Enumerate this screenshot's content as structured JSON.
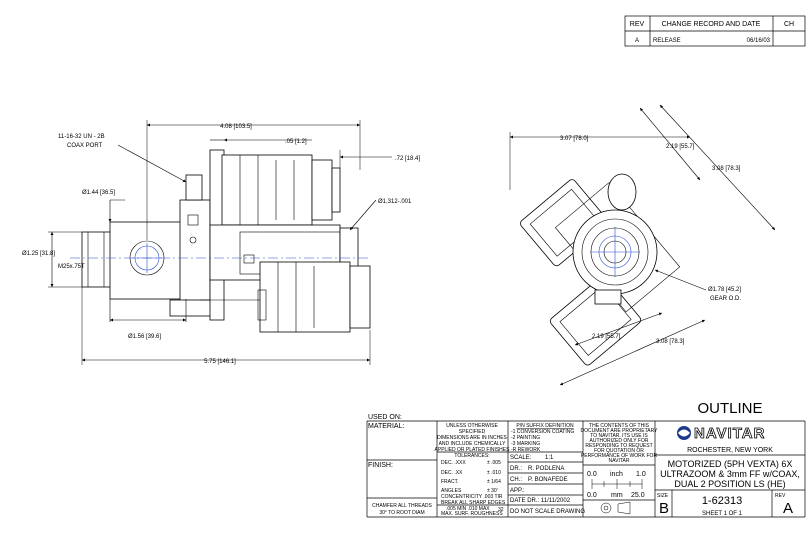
{
  "revision_block": {
    "headers": {
      "rev": "REV",
      "change": "CHANGE RECORD AND DATE",
      "ch": "CH"
    },
    "row": {
      "rev": "A",
      "change": "RELEASE",
      "date": "06/16/03"
    }
  },
  "side_view_dims": {
    "coax_port": "11-16-32 UN - 2B",
    "coax_port_2": "COAX PORT",
    "overall_top": "4.08 [103.5]",
    "gap": ".05 [1.2]",
    "motor_offset": ".72 [18.4]",
    "dia_144": "Ø1.44 [36.5]",
    "dia_1312": "Ø1.312-.001",
    "dia_125": "Ø1.25 [31.8]",
    "thread": "M25x.75T",
    "dia_156": "Ø1.56 [39.6]",
    "overall_length": "5.75 [146.1]"
  },
  "end_view_dims": {
    "width_top": "3.07 [78.0]",
    "diag_219_top": "2.19 [55.7]",
    "diag_308_top": "3.08 [78.3]",
    "gear_od": "Ø1.78 [45.2]",
    "gear_od_2": "GEAR O.D.",
    "diag_219_bottom": "2.19 [55.7]",
    "diag_308_bottom": "3.08 [78.3]"
  },
  "title_block": {
    "used_on": "USED ON:",
    "material": "MATERIAL:",
    "finish": "FINISH:",
    "chamfer_1": "CHAMFER ALL THREADS",
    "chamfer_2": "30° TO ROOT DIAM",
    "general_notes": [
      "UNLESS OTHERWISE",
      "SPECIFIED",
      "DIMENSIONS ARE IN INCHES",
      "AND INCLUDE CHEMICALLY",
      "APPLIED OR PLATED FINISHES"
    ],
    "tolerances_title": "TOLERANCES:",
    "tolerances": [
      {
        "label": "DEC. .XXX",
        "value": "± .005"
      },
      {
        "label": "DEC. .XX",
        "value": "± .010"
      },
      {
        "label": "FRACT.",
        "value": "± 1/64"
      },
      {
        "label": "ANGLES",
        "value": "± 30'"
      }
    ],
    "concentricity": "CONCENTRICITY  .003 TIR",
    "break_edges_1": "BREAK ALL SHARP EDGES",
    "break_edges_2": ".005 MIN .010 MAX",
    "surface": "MAX. SURF. ROUGHNESS",
    "surface_val": "32",
    "suffix_title": "P/N SUFFIX DEFINITION",
    "suffix_items": [
      "-1 CONVERSION COATING",
      "-2 PAINTING",
      "-3 MARKING",
      "-R REWORK"
    ],
    "scale_label": "SCALE:",
    "scale_value": "1:1",
    "dr_label": "DR.:",
    "dr_value": "R. PODLENA",
    "ch_label": "CH.:",
    "ch_value": "P. BONAFEDE",
    "app_label": "APP.:",
    "date_dr": "DATE DR.: 11/11/2002",
    "do_not_scale": "DO NOT SCALE DRAWING",
    "proprietary": [
      "THE CONTENTS OF THIS",
      "DOCUMENT ARE PROPRIETARY",
      "TO NAVITAR. ITS USE IS",
      "AUTHORIZED ONLY FOR",
      "RESPONDING TO REQUEST",
      "FOR QUOTATION OR",
      "PERFORMANCE OF WORK FOR",
      "NAVITAR"
    ],
    "inch_scale": {
      "start": "0.0",
      "unit": "inch",
      "end": "1.0"
    },
    "mm_scale": {
      "start": "0.0",
      "unit": "mm",
      "end": "25.0"
    },
    "outline": "OUTLINE",
    "company": "NAVITAR",
    "location": "ROCHESTER, NEW YORK",
    "description": [
      "MOTORIZED (5PH VEXTA) 6X",
      "ULTRAZOOM & 3mm FF w/COAX,",
      "DUAL 2 POSITION LS (HE)"
    ],
    "size_label": "SIZE",
    "size_value": "B",
    "drawing_number": "1-62313",
    "sheet": "SHEET 1 OF 1",
    "rev_label": "REV",
    "rev_value": "A"
  }
}
